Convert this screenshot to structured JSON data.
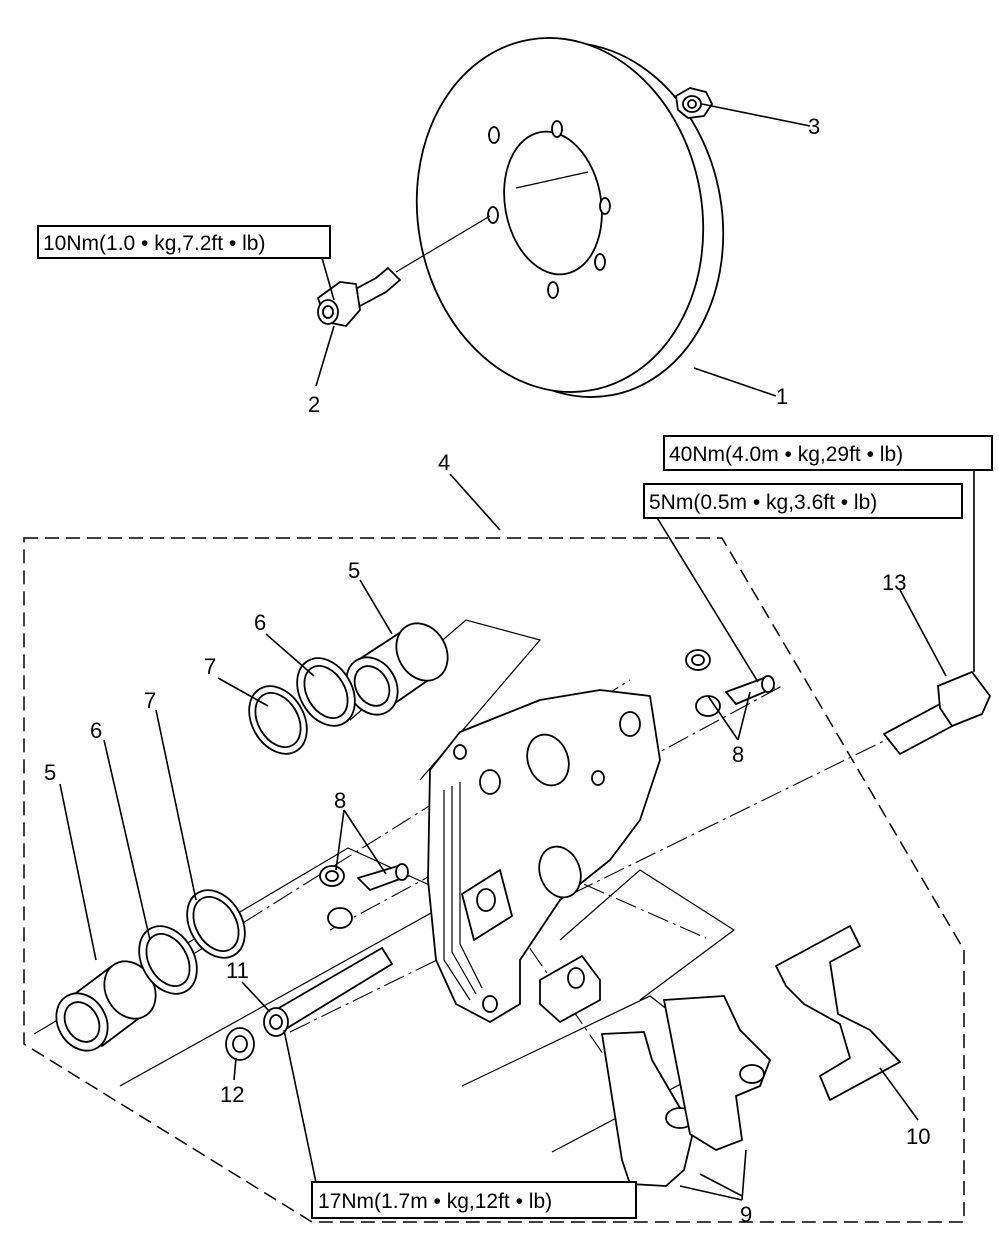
{
  "callouts": {
    "c1": "1",
    "c2": "2",
    "c3": "3",
    "c4": "4",
    "c5a": "5",
    "c5b": "5",
    "c6a": "6",
    "c6b": "6",
    "c7a": "7",
    "c7b": "7",
    "c8a": "8",
    "c8b": "8",
    "c9": "9",
    "c10": "10",
    "c11": "11",
    "c12": "12",
    "c13": "13"
  },
  "torque_specs": {
    "bolt_2": "10Nm(1.0 • kg,7.2ft • lb)",
    "bolt_13": "40Nm(4.0m • kg,29ft • lb)",
    "bleed_8": "5Nm(0.5m • kg,3.6ft • lb)",
    "pin_11": "17Nm(1.7m • kg,12ft • lb)"
  }
}
